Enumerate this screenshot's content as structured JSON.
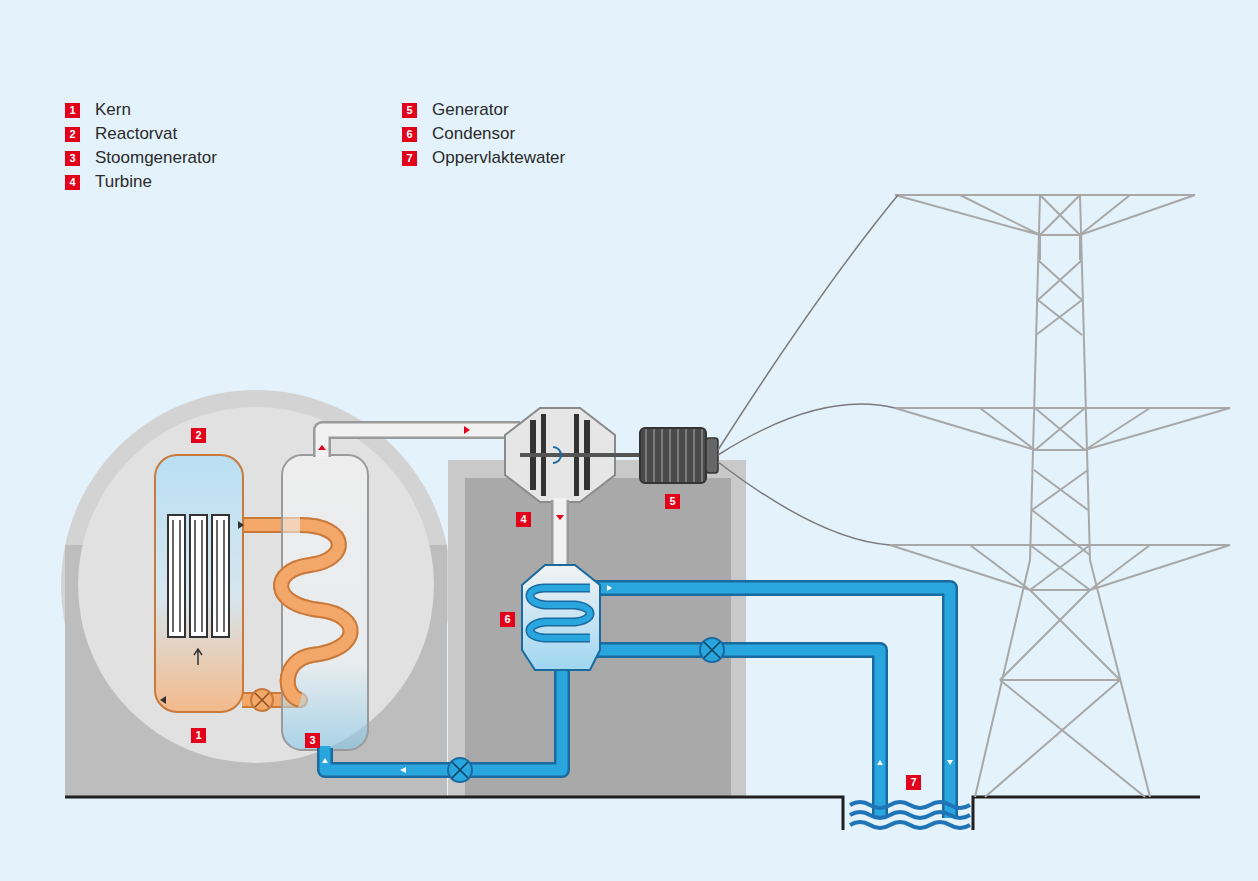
{
  "diagram": {
    "labels": [
      "1",
      "Kern",
      "2",
      "Reactorvat",
      "3",
      "Stoomgenerator",
      "4",
      "Turbine",
      "5",
      "Generator",
      "6",
      "Condensor",
      "7",
      "Oppervlaktewater",
      "2",
      "1",
      "3",
      "4",
      "5",
      "6",
      "7"
    ]
  }
}
